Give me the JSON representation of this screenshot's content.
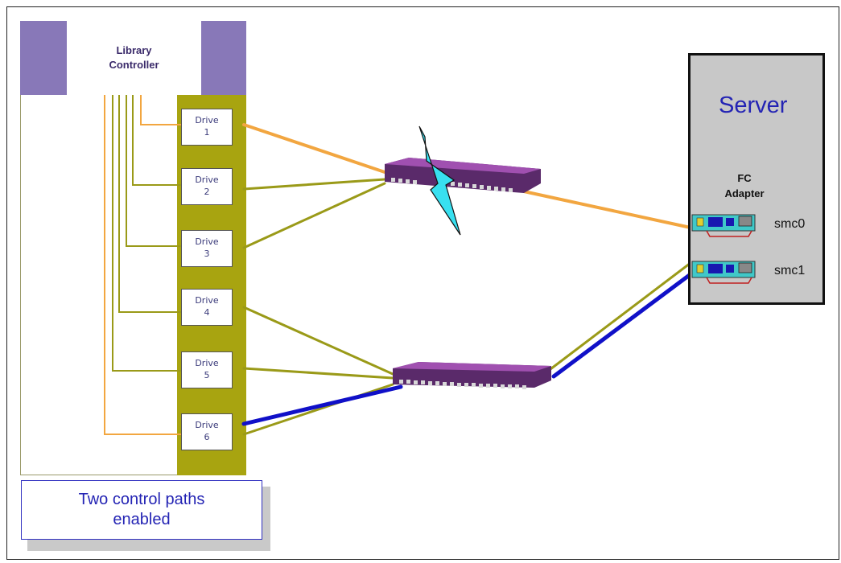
{
  "library": {
    "controller_line1": "Library",
    "controller_line2": "Controller"
  },
  "drives": [
    {
      "label": "Drive",
      "number": "1"
    },
    {
      "label": "Drive",
      "number": "2"
    },
    {
      "label": "Drive",
      "number": "3"
    },
    {
      "label": "Drive",
      "number": "4"
    },
    {
      "label": "Drive",
      "number": "5"
    },
    {
      "label": "Drive",
      "number": "6"
    }
  ],
  "server": {
    "title": "Server",
    "adapter_line1": "FC",
    "adapter_line2": "Adapter",
    "ports": [
      "smc0",
      "smc1"
    ]
  },
  "caption": {
    "line1": "Two control paths",
    "line2": "enabled"
  },
  "colors": {
    "controller": "#8878b8",
    "drive_bay": "#a8a410",
    "control_path": "#f2a640",
    "data_path": "#9a9a18",
    "enabled_path": "#1010c8",
    "switch": "#5a2a6a",
    "fault": "#38e0f0",
    "adapter_card": "#40c8c8"
  }
}
